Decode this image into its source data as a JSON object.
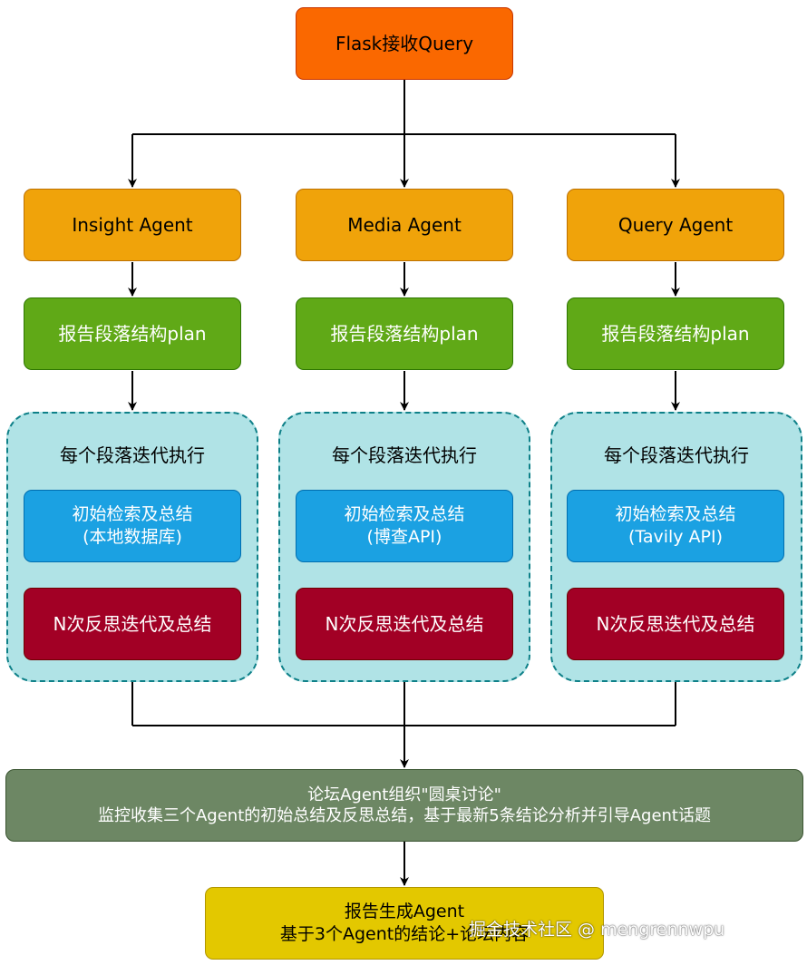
{
  "top": {
    "label": "Flask接收Query"
  },
  "columns": [
    {
      "agent": "Insight Agent",
      "plan": "报告段落结构plan",
      "group_title": "每个段落迭代执行",
      "search_line1": "初始检索及总结",
      "search_line2": "(本地数据库)",
      "reflect": "N次反思迭代及总结"
    },
    {
      "agent": "Media Agent",
      "plan": "报告段落结构plan",
      "group_title": "每个段落迭代执行",
      "search_line1": "初始检索及总结",
      "search_line2": "(博查API)",
      "reflect": "N次反思迭代及总结"
    },
    {
      "agent": "Query Agent",
      "plan": "报告段落结构plan",
      "group_title": "每个段落迭代执行",
      "search_line1": "初始检索及总结",
      "search_line2": "(Tavily API)",
      "reflect": "N次反思迭代及总结"
    }
  ],
  "forum": {
    "line1": "论坛Agent组织\"圆桌讨论\"",
    "line2": "监控收集三个Agent的初始总结及反思总结，基于最新5条结论分析并引导Agent话题"
  },
  "report": {
    "line1": "报告生成Agent",
    "line2": "基于3个Agent的结论+论坛内容"
  },
  "watermark": "掘金技术社区 @ mengrennwpu",
  "colors": {
    "top": "#fa6800",
    "agent": "#f0a30a",
    "plan": "#60a917",
    "group": "#b0e3e6",
    "search": "#1ba1e2",
    "reflect": "#a20025",
    "forum": "#6d8764",
    "report": "#e3c800"
  }
}
